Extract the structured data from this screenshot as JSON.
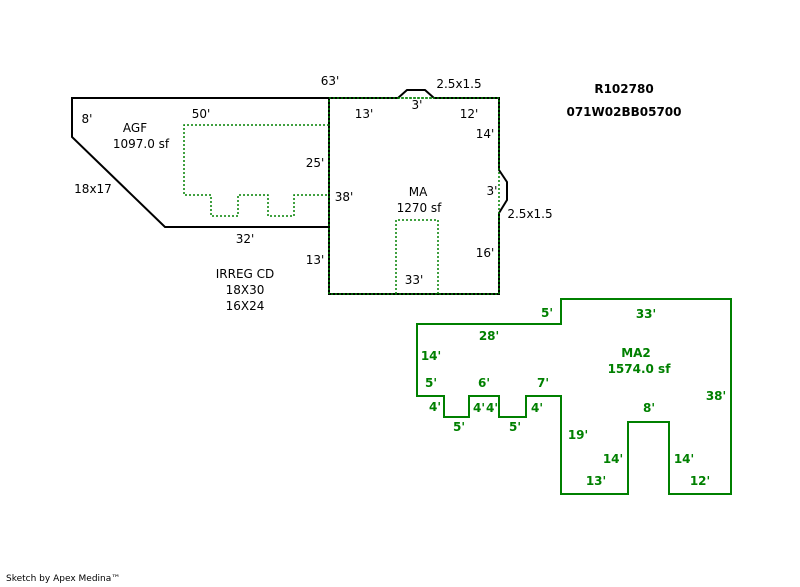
{
  "header": {
    "parcel_id": "R102780",
    "map_number": "071W02BB05700"
  },
  "areas": {
    "agf": {
      "name": "AGF",
      "area": "1097.0 sf"
    },
    "ma": {
      "name": "MA",
      "area": "1270 sf"
    },
    "ma2": {
      "name": "MA2",
      "area": "1574.0 sf"
    }
  },
  "notes": {
    "line1": "IRREG CD",
    "line2": "18X30",
    "line3": "16X24"
  },
  "dims": {
    "d63": "63'",
    "d25x15_top": "2.5x1.5",
    "d3_top": "3'",
    "d13_top": "13'",
    "d12_top": "12'",
    "d14_right": "14'",
    "d3_right": "3'",
    "d25x15_right": "2.5x1.5",
    "d16_right": "16'",
    "d8_left": "8'",
    "d50": "50'",
    "d25": "25'",
    "d38_ma": "38'",
    "d18x17": "18x17",
    "d32": "32'",
    "d13_left": "13'",
    "d33_ma": "33'",
    "m5_top": "5'",
    "m33_top": "33'",
    "m28": "28'",
    "m14_left": "14'",
    "m5_left": "5'",
    "m6": "6'",
    "m7": "7'",
    "m4_a": "4'",
    "m4_b": "4'",
    "m4_c": "4'",
    "m4_d": "4'",
    "m5_bot_a": "5'",
    "m5_bot_b": "5'",
    "m8": "8'",
    "m38": "38'",
    "m19": "19'",
    "m14_in_a": "14'",
    "m14_in_b": "14'",
    "m13": "13'",
    "m12": "12'"
  },
  "footer": {
    "credit": "Sketch by Apex Medina™"
  },
  "colors": {
    "line": "#000000",
    "dotted": "#008000",
    "ma2": "#008000"
  }
}
